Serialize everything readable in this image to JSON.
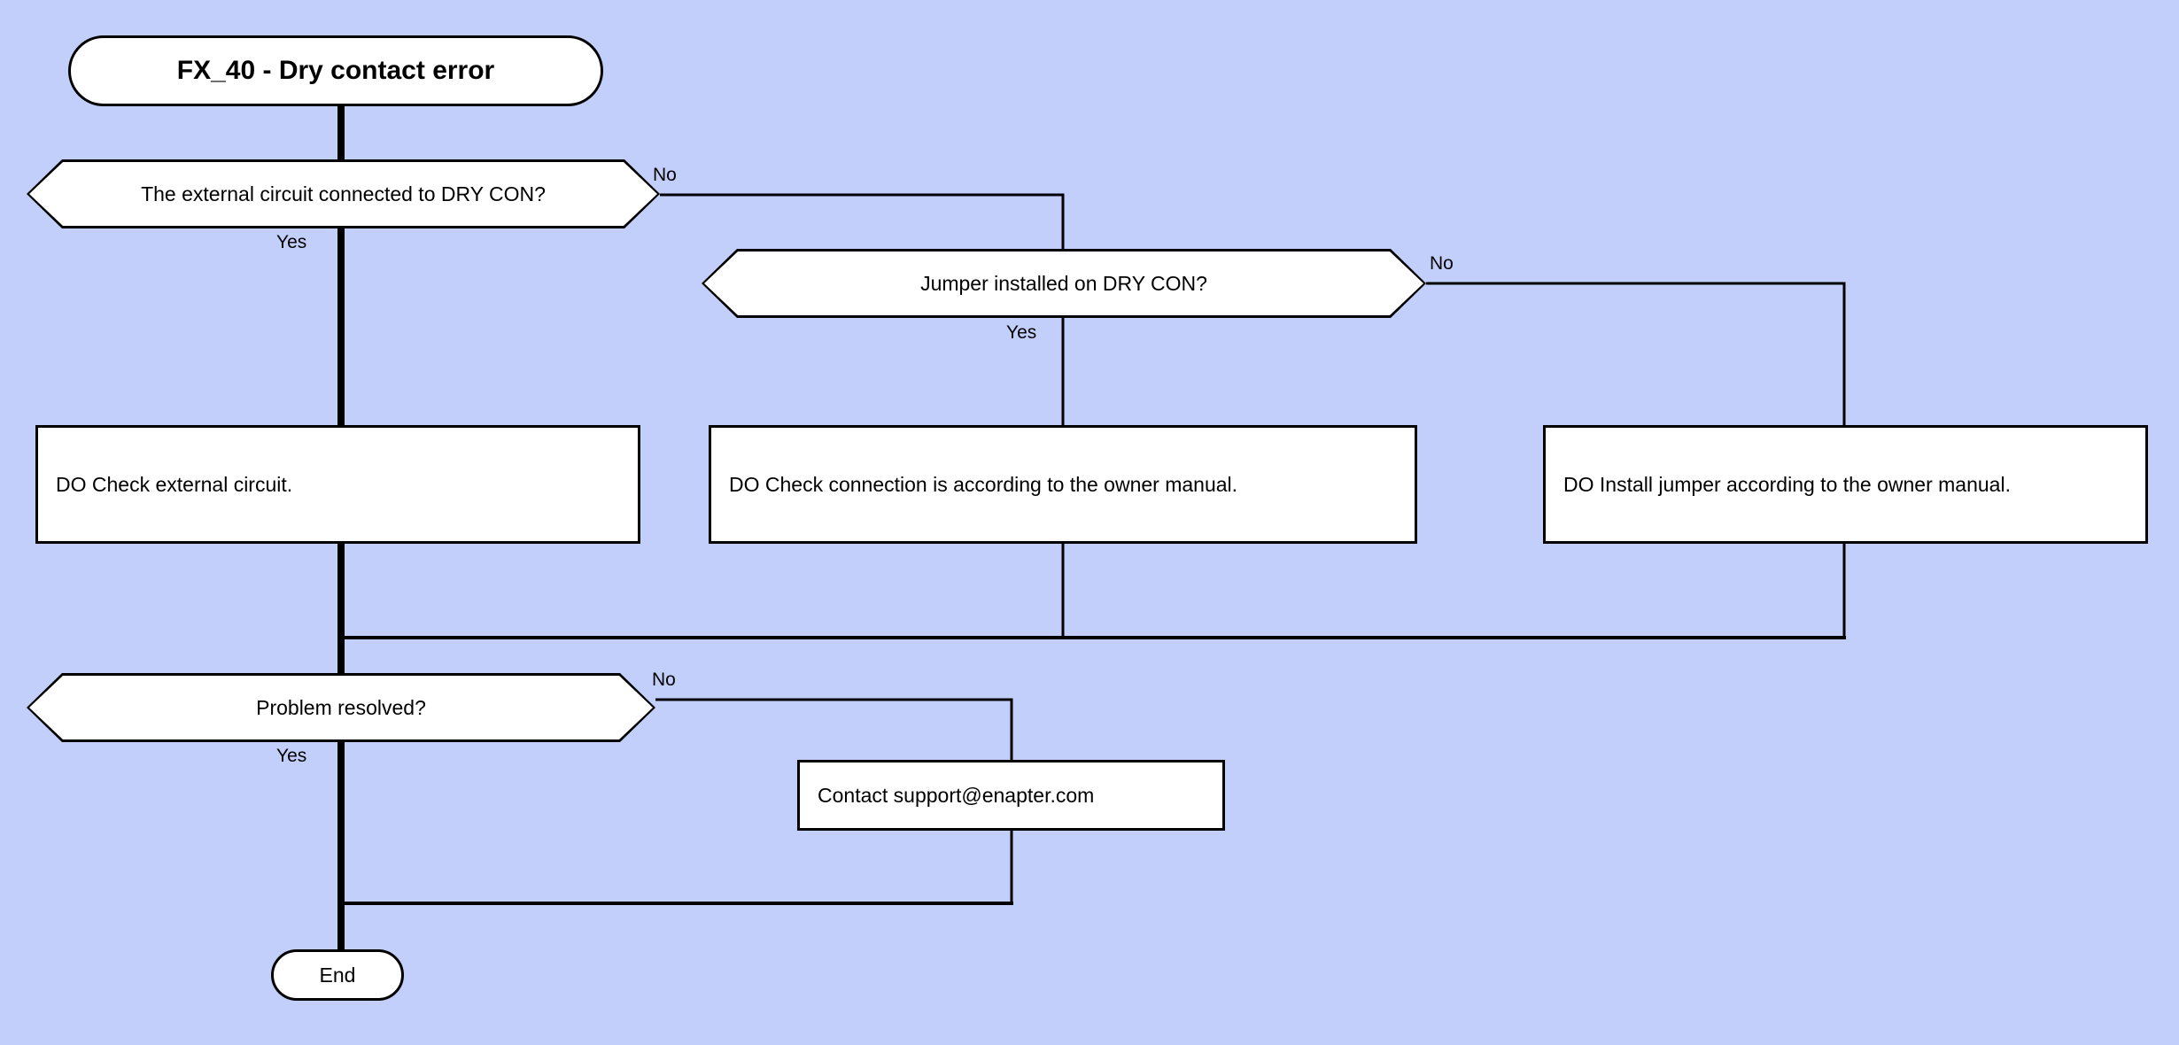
{
  "diagram": {
    "type": "flowchart",
    "title": "FX_40 - Dry contact error",
    "background_color": "#c3cffb",
    "node_fill_color": "#ffffff",
    "line_color": "#000000"
  },
  "nodes": {
    "start": {
      "label": "FX_40 - Dry contact error",
      "shape": "terminator"
    },
    "decision1": {
      "label": "The external circuit connected to DRY CON?",
      "shape": "decision"
    },
    "decision2": {
      "label": "Jumper installed on DRY CON?",
      "shape": "decision"
    },
    "decision3": {
      "label": "Problem resolved?",
      "shape": "decision"
    },
    "action1": {
      "label": "DO Check external circuit.",
      "shape": "process"
    },
    "action2": {
      "label": "DO Check connection is according to the owner manual.",
      "shape": "process"
    },
    "action3": {
      "label": "DO Install jumper according to the owner manual.",
      "shape": "process"
    },
    "support": {
      "label": "Contact support@enapter.com",
      "shape": "process"
    },
    "end": {
      "label": "End",
      "shape": "terminator"
    }
  },
  "edge_labels": {
    "d1_no": "No",
    "d1_yes": "Yes",
    "d2_no": "No",
    "d2_yes": "Yes",
    "d3_no": "No",
    "d3_yes": "Yes"
  }
}
